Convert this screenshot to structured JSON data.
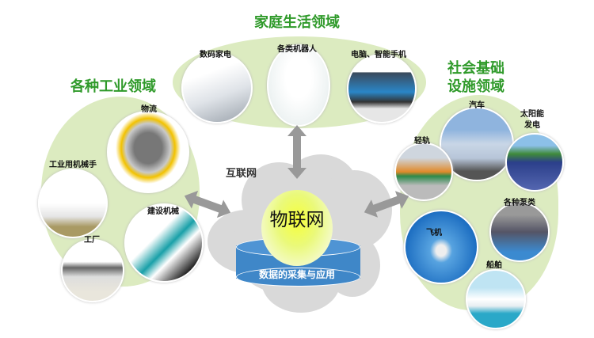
{
  "top": {
    "title": "家庭生活领域",
    "items": [
      "数码家电",
      "各类机器人",
      "电脑、智能手机"
    ]
  },
  "left": {
    "title": "各种工业领域",
    "items": [
      "物流",
      "工业用机械手",
      "建设机械",
      "工厂"
    ]
  },
  "right": {
    "title_line1": "社会基础",
    "title_line2": "设施领域",
    "items": [
      "汽车",
      "太阳能",
      "发电",
      "轻轨",
      "飞机",
      "各种泵类",
      "船舶"
    ]
  },
  "center": {
    "internet_label": "互联网",
    "iot_label": "物联网",
    "data_label": "数据的采集与应用"
  },
  "colors": {
    "green_title": "#2f9a2a",
    "blob": "#dcebc0",
    "cloud": "#d9d9d9",
    "cylinder": "#3f87c8"
  }
}
